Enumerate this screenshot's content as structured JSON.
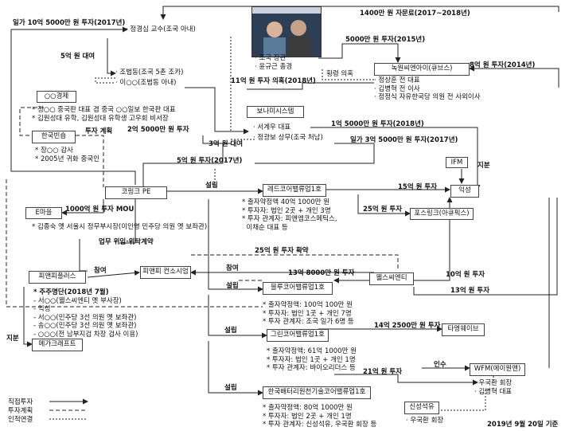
{
  "boxes": {
    "press": "○○경제",
    "cnbc": "한국빈숍",
    "emaul": "E마을",
    "pnpp": "피앤피플러스",
    "megacraft": "메가크래프트",
    "pnp_consortium": "피앤피 컨소시엄",
    "coling": "코링크 PE",
    "redcore": "레드코어밸류업1호",
    "blue": "블루코어밸류업1호",
    "green": "그린코어밸류업1호",
    "battery": "한국배터리원천기술코어밸류업1호",
    "bonami": "보나미시스템",
    "greeneco": "녹원씨엔아이(큐브스)",
    "ifm": "IFM",
    "iksung": "익성",
    "postlink": "포스링크(아큐픽스)",
    "wellsseed": "웰스씨엔티",
    "taeyoung": "타영웨이브",
    "wfm": "WFM(에이원앤)",
    "sinsung": "신성석유"
  },
  "people": {
    "jung": "정경심 교수(조국 아내)",
    "cho_min": "조국 장관",
    "cho_kwon": "윤규근 총경",
    "cho_bs": "조범동(조국 5촌 조카)",
    "lee_wife": "이○○(조범동 아내)",
    "seo": "서계우 대표",
    "jeong_bo": "정광보 상무(조국 처남)",
    "greeneco_people": [
      "정상훈 전 대표",
      "김병혁 전 이사",
      "정정식 자유한국당 의원 전 사외이사"
    ],
    "press_notes": [
      "정○○ 중국판 대표 겸 중국 ○○일보 한국판 대표",
      "김원성대 유학, 김원성대 유학생 고우회 비서장"
    ],
    "cnbc_notes": [
      "장○○ 감사",
      "2005년 귀화 중국인"
    ],
    "emaul_note": "김종숙 옛 서울시 정무부시장(이인영 민주당 의원 옛 보좌관)",
    "pnpp_notes": [
      "주주명단(2018년 7월)",
      "서○○(웰스씨엔티 옛 부사장)",
      "익성",
      "서○○(민주당 3선 의원 옛 보좌관)",
      "송○○(민주당 3선 의원 옛 보좌관)",
      "○○○(전 남부지검 차장 검사 이용)"
    ],
    "redcore_notes": [
      "출자약정액 40억 1000만 원",
      "투자자: 법인 2곳 + 개인 3명",
      "투자 관계자: 피앤엠코스메틱스,",
      "이채순 대표 등"
    ],
    "blue_notes": [
      "출자약정액: 100억 100만 원",
      "투자자: 법인 1곳 + 개인 7명",
      "투자 관계자: 조국 일가 6명 등"
    ],
    "green_notes": [
      "출자약정액: 61억 1000만 원",
      "투자자: 법인 1곳 + 개인 1명",
      "투자 관계자: 바이오리더스 등"
    ],
    "battery_notes": [
      "출자약정액: 80억 1000만 원",
      "투자자: 법인 2곳 + 개인 1명",
      "투자 관계자: 신성석유, 우국환 회장 등"
    ],
    "wfm_people": [
      "우국환 회장",
      "김병혁 대표"
    ],
    "sinsung_person": "우국환 회장"
  },
  "edges": {
    "e1400": "1400만 원 자문료(2017~2018년)",
    "e10b": "일가 10억 5000만 원 투자(2017년)",
    "e5b_loan": "5억 원 대여",
    "e50m": "5000만 원 투자(2015년)",
    "e11b": "11억 원 투자 의혹(2018년)",
    "e8b": "8억 원 투자(2014년)",
    "e_nokwon_doubt": "횡령 의혹",
    "e_plan": "투자 계획",
    "e_250m": "2억 5000만 원 투자",
    "e_3b_loan": "3억 원 대여",
    "e1_5b": "1억 5000만 원 투자(2018년)",
    "e_family": "일가 3억 5000만 원 투자(2017년)",
    "e_5b": "5억 원 투자(2017년)",
    "e_support": "지분",
    "e_setup1": "설립",
    "e_15b": "15억 원 투자",
    "e_mou": "1000억 원 투자 MOU",
    "e_25b": "25억 원 투자",
    "e_biz": "업무 위임·위탁계약",
    "e_25b_doubt": "25억 원 투자 확약",
    "e_join1": "참여",
    "e_join2": "참여",
    "e_13_8": "13억 8000만 원 투자",
    "e_10b": "10억 원 투자",
    "e_setup2": "설립",
    "e_13b": "13억 원 투자",
    "e_stake": "지분",
    "e_setup3": "설립",
    "e_14_25": "14억 2500만 원 투자",
    "e_21b": "21억 원 투자",
    "e_acq": "인수",
    "e_setup4": "설립"
  },
  "legend": {
    "direct": "직접투자",
    "plan": "투자계획",
    "person": "인적연결"
  },
  "date_note": "2019년 9월 20일 기준"
}
